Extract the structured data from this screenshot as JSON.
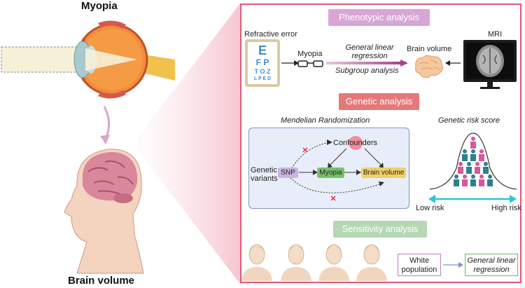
{
  "left_panel": {
    "top_title": "Myopia",
    "bottom_title": "Brain volume"
  },
  "phenotypic": {
    "header": "Phenotypic analysis",
    "refractive_error": "Refractive error",
    "chart_rows": [
      "E",
      "F P",
      "T O Z",
      "L P E D"
    ],
    "myopia": "Myopia",
    "glm_line1": "General linear",
    "glm_line2": "regression",
    "subgroup": "Subgroup analysis",
    "brain_volume": "Brain volume",
    "mri": "MRI"
  },
  "genetic": {
    "header": "Genetic analysis",
    "mendelian": "Mendelian Randomization",
    "confounders": "Confounders",
    "genetic_variants_1": "Genetic",
    "genetic_variants_2": "variants",
    "snp": "SNP",
    "myopia": "Myopia",
    "brain_volume": "Brain volume",
    "risk_score": "Genetic risk score",
    "low_risk": "Low risk",
    "high_risk": "High risk"
  },
  "sensitivity": {
    "header": "Sensitivity analysis",
    "white_1": "White",
    "white_2": "population",
    "glm_1": "General linear",
    "glm_2": "regression"
  },
  "colors": {
    "frame": "#e0577a",
    "phenotypic_header": "#d7a6d6",
    "genetic_header": "#e57979",
    "sensitivity_header": "#b6d8b4",
    "snp": "#c9b3e3",
    "myopia_pill": "#77c06b",
    "brain_pill": "#f1cf66",
    "arrow_purple": "#a8418a",
    "cyan": "#27c7d8"
  }
}
